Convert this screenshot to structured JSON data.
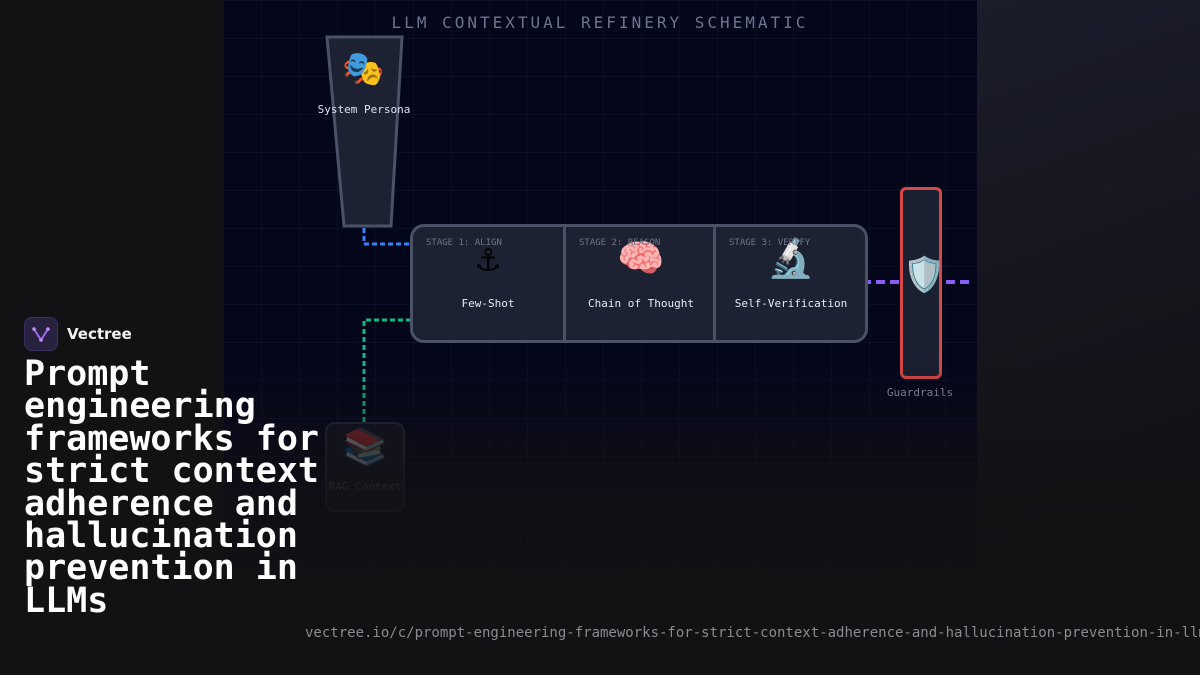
{
  "schematic": {
    "title": "LLM CONTEXTUAL REFINERY SCHEMATIC",
    "persona": {
      "icon": "performing-arts-icon",
      "glyph": "🎭",
      "label": "System Persona"
    },
    "stages": [
      {
        "tag": "STAGE 1: ALIGN",
        "icon": "anchor-icon",
        "glyph": "⚓",
        "label": "Few-Shot"
      },
      {
        "tag": "STAGE 2: REASON",
        "icon": "brain-icon",
        "glyph": "🧠",
        "label": "Chain of Thought"
      },
      {
        "tag": "STAGE 3: VERIFY",
        "icon": "microscope-icon",
        "glyph": "🔬",
        "label": "Self-Verification"
      }
    ],
    "guardrails": {
      "icon": "shield-icon",
      "glyph": "🛡️",
      "label": "Guardrails"
    },
    "rag": {
      "icon": "books-icon",
      "glyph": "📚",
      "label": "RAG Context"
    },
    "colors": {
      "persona_wire": "#3b82f6",
      "rag_wire": "#10b981",
      "output_wire": "#8b5cf6",
      "guardrail_border": "#d84848"
    }
  },
  "brand": {
    "name": "Vectree",
    "logo_icon": "vectree-logo-icon"
  },
  "headline": "Prompt engineering frameworks for strict context adherence and hallucination prevention in LLMs",
  "url": "vectree.io/c/prompt-engineering-frameworks-for-strict-context-adherence-and-hallucination-prevention-in-llms"
}
